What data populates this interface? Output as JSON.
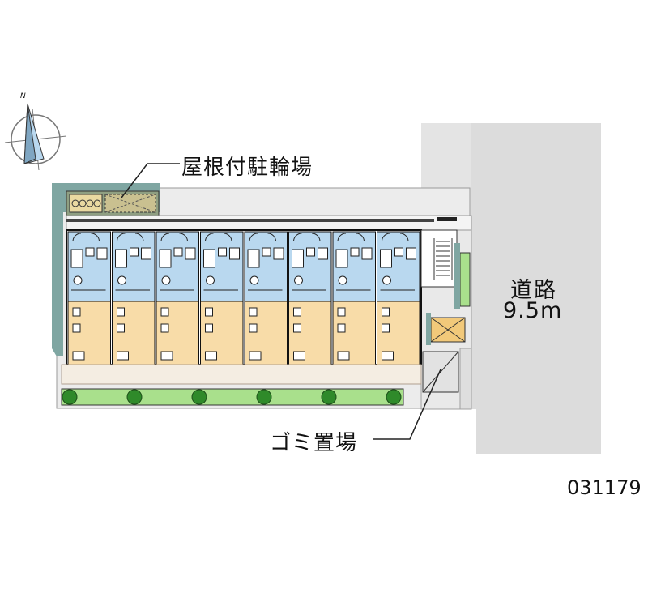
{
  "labels": {
    "bicycle_parking": "屋根付駐輪場",
    "garbage_area": "ゴミ置場",
    "road_name": "道路",
    "road_width": "9.5m",
    "property_id": "031179",
    "north": "N"
  },
  "units": {
    "count": 8
  },
  "colors": {
    "road": "#dcdcdc",
    "wet_area": "#b9d8ef",
    "room": "#f8dca8",
    "green": "#a9e08c",
    "tree": "#2f8a2a",
    "site": "#ececec",
    "shadow": "#7fa6a2",
    "outline": "#111111"
  }
}
